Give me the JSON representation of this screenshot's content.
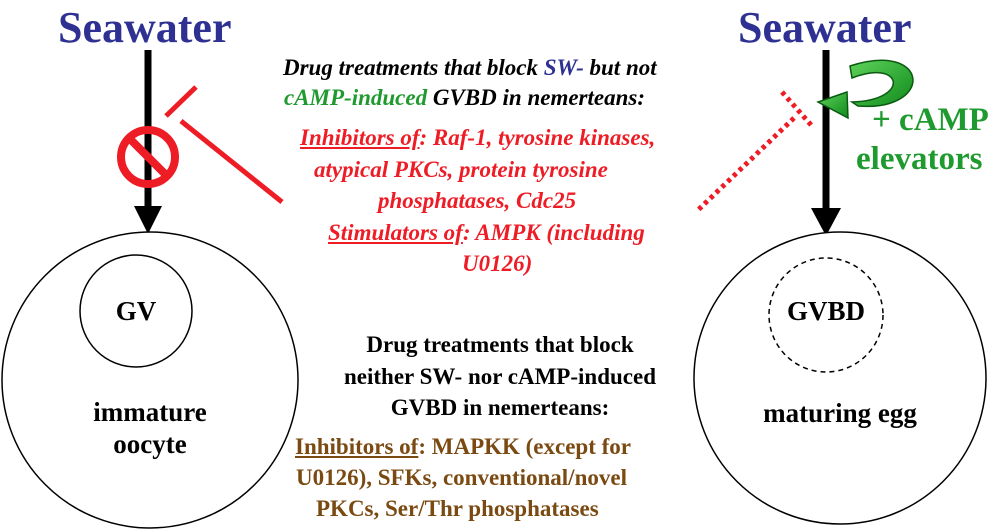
{
  "left": {
    "title": "Seawater",
    "nucleus_label": "GV",
    "cell_label_line1": "immature",
    "cell_label_line2": "oocyte"
  },
  "right": {
    "title": "Seawater",
    "nucleus_label": "GVBD",
    "cell_label": "maturing egg",
    "camp_line1": "+ cAMP",
    "camp_line2": "elevators"
  },
  "top_block": {
    "heading_line1_a": "Drug treatments that block ",
    "heading_line1_sw": "SW-",
    "heading_line1_b": " but not",
    "heading_line2_camp": "cAMP-induced",
    "heading_line2_b": " GVBD in nemerteans:",
    "inhibitors_label": "Inhibitors of",
    "inhibitors_rest": ": Raf-1, tyrosine kinases,",
    "inhibitors_line2": "atypical PKCs, protein tyrosine",
    "inhibitors_line3": "phosphatases, Cdc25",
    "stimulators_label": "Stimulators of",
    "stimulators_rest": ": AMPK (including",
    "stimulators_line2": "U0126)"
  },
  "bottom_block": {
    "heading_line1": "Drug treatments that block",
    "heading_line2": "neither SW- nor cAMP-induced",
    "heading_line3": "GVBD in nemerteans:",
    "inhibitors_label": "Inhibitors of",
    "inhibitors_rest": ": MAPKK (except for",
    "line2": "U0126), SFKs, conventional/novel",
    "line3": "PKCs, Ser/Thr phosphatases"
  },
  "colors": {
    "seawater_blue": "#2e3192",
    "inhibit_red": "#ee1c25",
    "camp_green": "#1f9a2e",
    "brown": "#7a4a12"
  }
}
